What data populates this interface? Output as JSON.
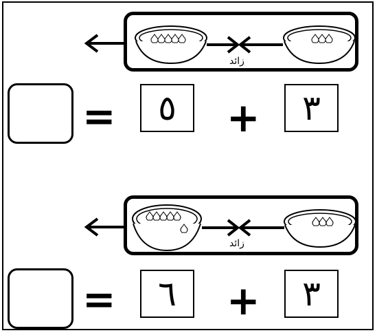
{
  "problems": [
    {
      "left_bowl_items": 5,
      "right_bowl_items": 3,
      "operator_label": "زائد",
      "answer_box": "",
      "equals": "=",
      "plus": "+",
      "first_number": "٥",
      "second_number": "٣"
    },
    {
      "left_bowl_items": 6,
      "right_bowl_items": 3,
      "operator_label": "زائد",
      "answer_box": "",
      "equals": "=",
      "plus": "+",
      "first_number": "٦",
      "second_number": "٣"
    }
  ]
}
